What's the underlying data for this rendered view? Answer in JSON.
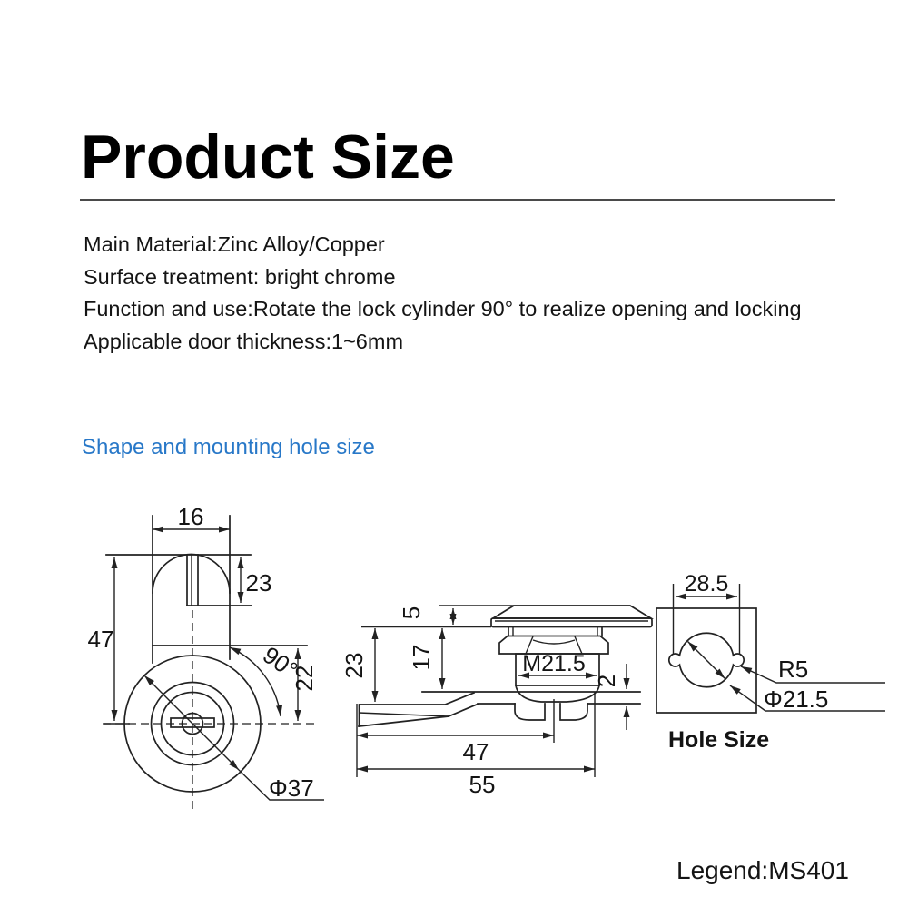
{
  "page": {
    "background": "#ffffff",
    "accent_blue": "#2878c8",
    "line_ink": "#222222"
  },
  "header": {
    "title": "Product Size"
  },
  "specs": {
    "lines": [
      "Main Material:Zinc Alloy/Copper",
      "Surface treatment: bright chrome",
      "Function and use:Rotate the lock cylinder 90° to realize opening and locking",
      "Applicable door thickness:1~6mm"
    ]
  },
  "section": {
    "heading": "Shape and mounting hole size"
  },
  "drawing": {
    "front_view": {
      "top_width": "16",
      "slot_depth": "23",
      "total_height": "47",
      "rotation_angle": "90°",
      "cam_offset": "22",
      "face_diameter": "Φ37"
    },
    "side_view": {
      "head_height": "5",
      "cylinder_length": "17",
      "body_length": "23",
      "thread_spec": "M21.5",
      "panel_thickness": "2",
      "cam_reach": "47",
      "total_length": "55"
    },
    "hole_view": {
      "notch_width": "28.5",
      "notch_radius": "R5",
      "hole_diameter": "Φ21.5",
      "caption": "Hole Size"
    }
  },
  "footer": {
    "legend": "Legend:MS401"
  }
}
